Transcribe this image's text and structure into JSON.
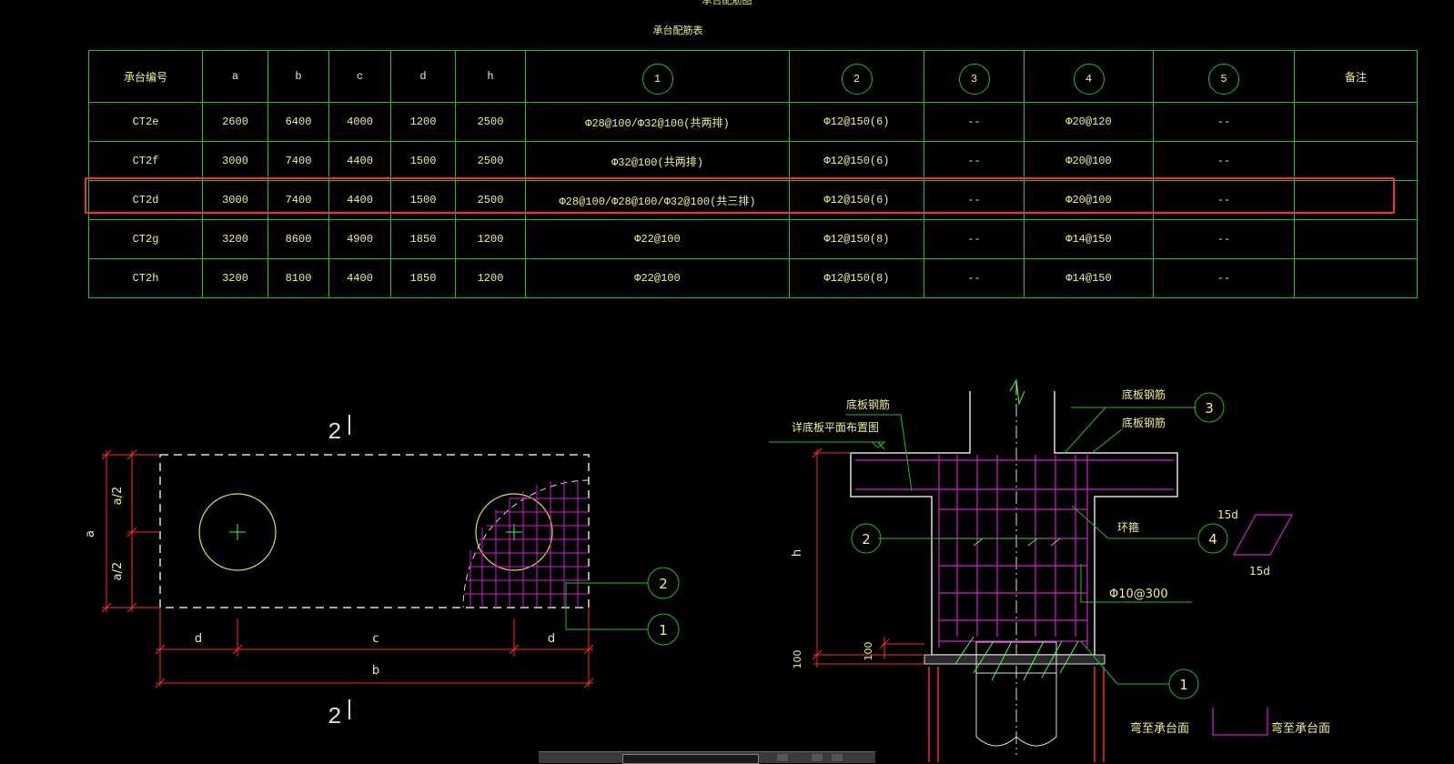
{
  "drawing": {
    "title_fragment": "承台配筋图",
    "table_title": "承台配筋表"
  },
  "table": {
    "headers": [
      "承台编号",
      "a",
      "b",
      "c",
      "d",
      "h",
      "1",
      "2",
      "3",
      "4",
      "5",
      "备注"
    ],
    "rows": [
      [
        "CT2e",
        "2600",
        "6400",
        "4000",
        "1200",
        "2500",
        "Φ28@100/Φ32@100(共两排)",
        "Φ12@150(6)",
        "--",
        "Φ20@120",
        "--",
        ""
      ],
      [
        "CT2f",
        "3000",
        "7400",
        "4400",
        "1500",
        "2500",
        "Φ32@100(共两排)",
        "Φ12@150(6)",
        "--",
        "Φ20@100",
        "--",
        ""
      ],
      [
        "CT2d",
        "3000",
        "7400",
        "4400",
        "1500",
        "2500",
        "Φ28@100/Φ28@100/Φ32@100(共三排)",
        "Φ12@150(6)",
        "--",
        "Φ20@100",
        "--",
        ""
      ],
      [
        "CT2g",
        "3200",
        "8600",
        "4900",
        "1850",
        "1200",
        "Φ22@100",
        "Φ12@150(8)",
        "--",
        "Φ14@150",
        "--",
        ""
      ],
      [
        "CT2h",
        "3200",
        "8100",
        "4400",
        "1850",
        "1200",
        "Φ22@100",
        "Φ12@150(8)",
        "--",
        "Φ14@150",
        "--",
        ""
      ]
    ],
    "highlighted_row": "CT2d"
  },
  "plan": {
    "section_mark_top": "2",
    "section_mark_bottom": "2",
    "dim_a": "a",
    "dim_a_half_top": "a/2",
    "dim_a_half_bottom": "a/2",
    "dim_d_left": "d",
    "dim_c": "c",
    "dim_d_right": "d",
    "dim_b": "b",
    "callout_2": "2",
    "callout_1": "1"
  },
  "section": {
    "label_bottom_bar": "底板钢筋",
    "label_plan_ref": "详底板平面布置图",
    "label_bottom_bar_right_1": "底板钢筋",
    "label_bottom_bar_right_2": "底板钢筋",
    "label_hoop": "环箍",
    "label_stirrup": "Φ10@300",
    "dim_h": "h",
    "dim_100_left": "100",
    "dim_100_inner": "100",
    "callout_3": "3",
    "callout_2": "2",
    "callout_4": "4",
    "callout_1": "1",
    "label_15d_top": "15d",
    "label_15d_bottom": "15d",
    "label_bend_1": "弯至承台面",
    "label_bend_2": "弯至承台面"
  },
  "colors": {
    "background": "#000000",
    "grid_lines": "#1fbf1f",
    "text": "#f0f08a",
    "dimension": "#ff2a2a",
    "rebar": "#d020d0",
    "highlight": "#ff2a2a"
  }
}
